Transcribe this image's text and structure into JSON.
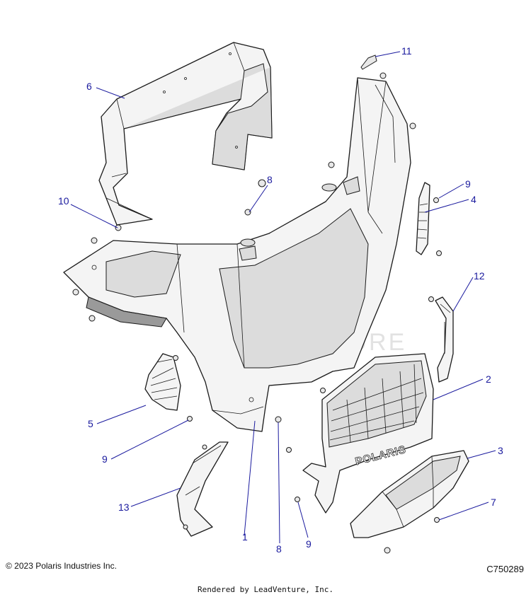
{
  "callouts": [
    {
      "id": "c1",
      "label": "1"
    },
    {
      "id": "c2",
      "label": "2"
    },
    {
      "id": "c3",
      "label": "3"
    },
    {
      "id": "c4",
      "label": "4"
    },
    {
      "id": "c5",
      "label": "5"
    },
    {
      "id": "c6",
      "label": "6"
    },
    {
      "id": "c7",
      "label": "7"
    },
    {
      "id": "c8a",
      "label": "8"
    },
    {
      "id": "c8b",
      "label": "8"
    },
    {
      "id": "c9a",
      "label": "9"
    },
    {
      "id": "c9b",
      "label": "9"
    },
    {
      "id": "c9c",
      "label": "9"
    },
    {
      "id": "c10",
      "label": "10"
    },
    {
      "id": "c11",
      "label": "11"
    },
    {
      "id": "c12",
      "label": "12"
    },
    {
      "id": "c13",
      "label": "13"
    }
  ],
  "grille_logo": "POLARIS",
  "watermark": "LEADVENTURE",
  "footer": {
    "copyright": "© 2023 Polaris Industries Inc.",
    "diagram_code": "C750289",
    "rendered_by": "Rendered by LeadVenture, Inc."
  },
  "colors": {
    "callout": "#1a1a9e",
    "line": "#1a1a1a",
    "part_fill": "#f4f4f4"
  }
}
